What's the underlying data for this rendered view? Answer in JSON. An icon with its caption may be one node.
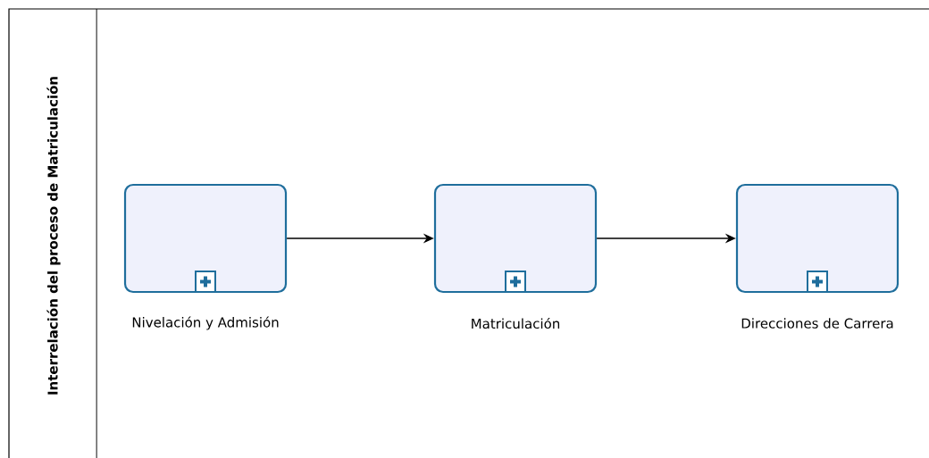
{
  "diagram": {
    "nodes": [
      {
        "text": [
          "Interrelación del proceso de Matriculación"
        ]
      },
      {
        "text": [
          "Nivelación y Admisión"
        ],
        "in": 0
      },
      {
        "text": [
          "Matriculación"
        ],
        "in": 0
      },
      {
        "text": [
          "Direcciones de Carrera"
        ],
        "in": 0
      }
    ],
    "edges": [
      {
        "from": 1,
        "to": 2,
        "arrow": "to"
      },
      {
        "from": 2,
        "to": 3,
        "arrow": "to"
      }
    ]
  }
}
